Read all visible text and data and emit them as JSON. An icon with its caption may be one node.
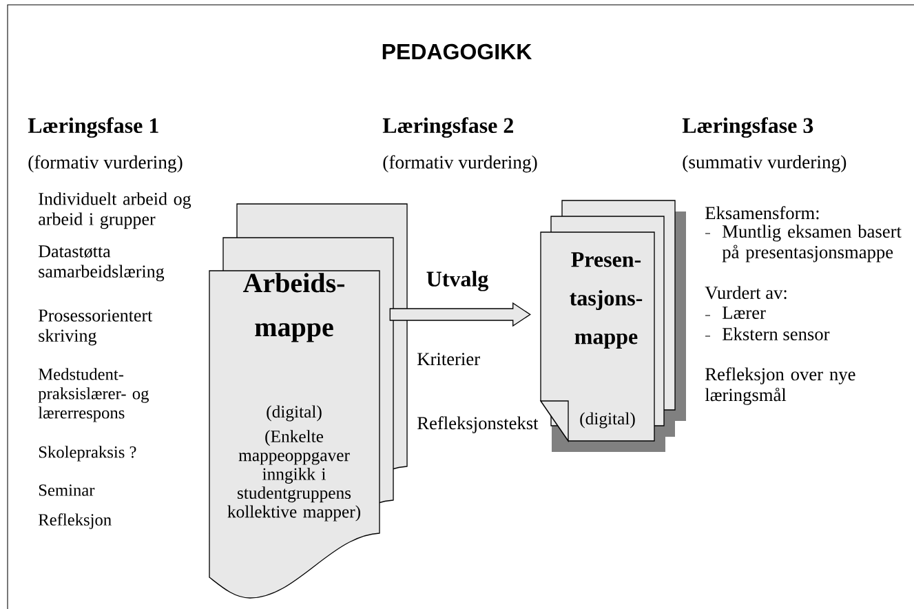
{
  "diagram": {
    "title": "PEDAGOGIKK",
    "nodes": [
      {
        "text": [
          "Arbeids- mappe",
          "(digital)",
          "(Enkelte mappeoppgaver inngikk i studentgruppens kollektive mapper)"
        ]
      },
      {
        "text": [
          "Presen- tasjons- mappe",
          "(digital)"
        ]
      }
    ],
    "edges": [
      {
        "from": 0,
        "to": 1,
        "arrow": "to",
        "label": "Utvalg"
      }
    ],
    "labels": [
      "Læringsfase 1",
      "Læringsfase 2",
      "Læringsfase 3",
      "(formativ vurdering)",
      "(formativ vurdering)",
      "(summativ vurdering)",
      "Individuelt arbeid og arbeid i grupper",
      "Datastøtta samarbeidslæring",
      "Eksamensform:",
      "Muntlig eksamen basert på presentasjonsmappe",
      "Prosessorientert skriving",
      "Vurdert av:",
      "Lærer",
      "Ekstern sensor",
      "Kriterier",
      "Medstudent- praksislærer- og lærerrespons",
      "Refleksjon over nye læringsmål",
      "Refleksjonstekst",
      "Skolepraksis ?",
      "Seminar",
      "Refleksjon"
    ]
  }
}
